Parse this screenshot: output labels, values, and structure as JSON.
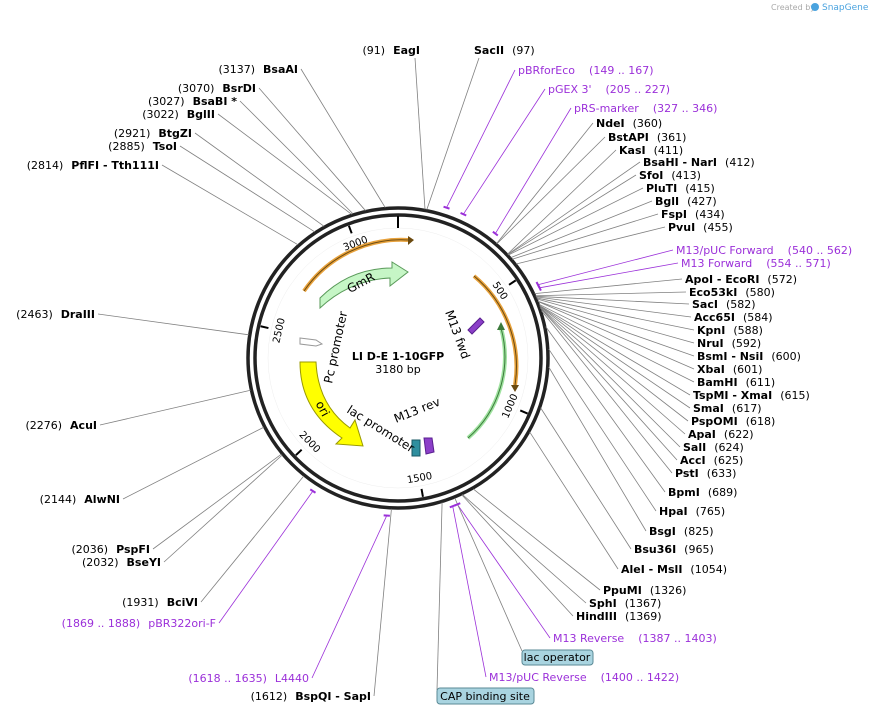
{
  "plasmid": {
    "name": "LI D-E 1-10GFP",
    "size_label": "3180 bp",
    "length": 3180
  },
  "credit": {
    "prefix": "Created by",
    "brand": "SnapGene"
  },
  "ticks": [
    "500",
    "1000",
    "1500",
    "2000",
    "2500",
    "3000"
  ],
  "features": [
    {
      "name": "GmR",
      "color": "#c6f6c6",
      "stroke": "#5a9a5a"
    },
    {
      "name": "ori",
      "color": "#ffff00",
      "stroke": "#999900"
    },
    {
      "name": "Pc promoter",
      "color": "#ffffff",
      "stroke": "#999999"
    },
    {
      "name": "lac promoter",
      "color": "#ffffff",
      "stroke": "#999999"
    },
    {
      "name": "M13 fwd",
      "color": "#8b3fc8",
      "stroke": "#5a1f90"
    },
    {
      "name": "M13 rev",
      "color": "#8b3fc8",
      "stroke": "#5a1f90"
    }
  ],
  "right_sites": [
    {
      "name": "NdeI",
      "pos": "(360)"
    },
    {
      "name": "BstAPI",
      "pos": "(361)"
    },
    {
      "name": "KasI",
      "pos": "(411)"
    },
    {
      "name": "BsaHI - NarI",
      "pos": "(412)"
    },
    {
      "name": "SfoI",
      "pos": "(413)"
    },
    {
      "name": "PluTI",
      "pos": "(415)"
    },
    {
      "name": "BglI",
      "pos": "(427)"
    },
    {
      "name": "FspI",
      "pos": "(434)"
    },
    {
      "name": "PvuI",
      "pos": "(455)"
    },
    {
      "name": "ApoI - EcoRI",
      "pos": "(572)"
    },
    {
      "name": "Eco53kI",
      "pos": "(580)"
    },
    {
      "name": "SacI",
      "pos": "(582)"
    },
    {
      "name": "Acc65I",
      "pos": "(584)"
    },
    {
      "name": "KpnI",
      "pos": "(588)"
    },
    {
      "name": "NruI",
      "pos": "(592)"
    },
    {
      "name": "BsmI - NsiI",
      "pos": "(600)"
    },
    {
      "name": "XbaI",
      "pos": "(601)"
    },
    {
      "name": "BamHI",
      "pos": "(611)"
    },
    {
      "name": "TspMI - XmaI",
      "pos": "(615)"
    },
    {
      "name": "SmaI",
      "pos": "(617)"
    },
    {
      "name": "PspOMI",
      "pos": "(618)"
    },
    {
      "name": "ApaI",
      "pos": "(622)"
    },
    {
      "name": "SalI",
      "pos": "(624)"
    },
    {
      "name": "AccI",
      "pos": "(625)"
    },
    {
      "name": "PstI",
      "pos": "(633)"
    },
    {
      "name": "BpmI",
      "pos": "(689)"
    },
    {
      "name": "HpaI",
      "pos": "(765)"
    },
    {
      "name": "BsgI",
      "pos": "(825)"
    },
    {
      "name": "Bsu36I",
      "pos": "(965)"
    },
    {
      "name": "AleI - MslI",
      "pos": "(1054)"
    },
    {
      "name": "PpuMI",
      "pos": "(1326)"
    },
    {
      "name": "SphI",
      "pos": "(1367)"
    },
    {
      "name": "HindIII",
      "pos": "(1369)"
    }
  ],
  "left_sites": [
    {
      "name": "BsaAI",
      "pos": "(3137)"
    },
    {
      "name": "BsrDI",
      "pos": "(3070)"
    },
    {
      "name": "BsaBI *",
      "pos": "(3027)"
    },
    {
      "name": "BglII",
      "pos": "(3022)"
    },
    {
      "name": "BtgZI",
      "pos": "(2921)"
    },
    {
      "name": "TsoI",
      "pos": "(2885)"
    },
    {
      "name": "PflFI - Tth111I",
      "pos": "(2814)"
    },
    {
      "name": "DraIII",
      "pos": "(2463)"
    },
    {
      "name": "AcuI",
      "pos": "(2276)"
    },
    {
      "name": "AlwNI",
      "pos": "(2144)"
    },
    {
      "name": "PspFI",
      "pos": "(2036)"
    },
    {
      "name": "BseYI",
      "pos": "(2032)"
    },
    {
      "name": "BciVI",
      "pos": "(1931)"
    },
    {
      "name": "BspQI - SapI",
      "pos": "(1612)"
    }
  ],
  "top_sites": [
    {
      "name": "EagI",
      "pos": "(91)"
    },
    {
      "name": "SacII",
      "pos": "(97)"
    }
  ],
  "primers": [
    {
      "name": "pBRforEco",
      "range": "(149 .. 167)"
    },
    {
      "name": "pGEX 3'",
      "range": "(205 .. 227)"
    },
    {
      "name": "pRS-marker",
      "range": "(327 .. 346)"
    },
    {
      "name": "M13/pUC Forward",
      "range": "(540 .. 562)"
    },
    {
      "name": "M13 Forward",
      "range": "(554 .. 571)"
    },
    {
      "name": "M13 Reverse",
      "range": "(1387 .. 1403)"
    },
    {
      "name": "M13/pUC Reverse",
      "range": "(1400 .. 1422)"
    },
    {
      "name": "pBR322ori-F",
      "range": "(1869 .. 1888)"
    },
    {
      "name": "L4440",
      "range": "(1618 .. 1635)"
    }
  ],
  "boxed_features": [
    {
      "name": "lac operator"
    },
    {
      "name": "CAP binding site"
    }
  ]
}
